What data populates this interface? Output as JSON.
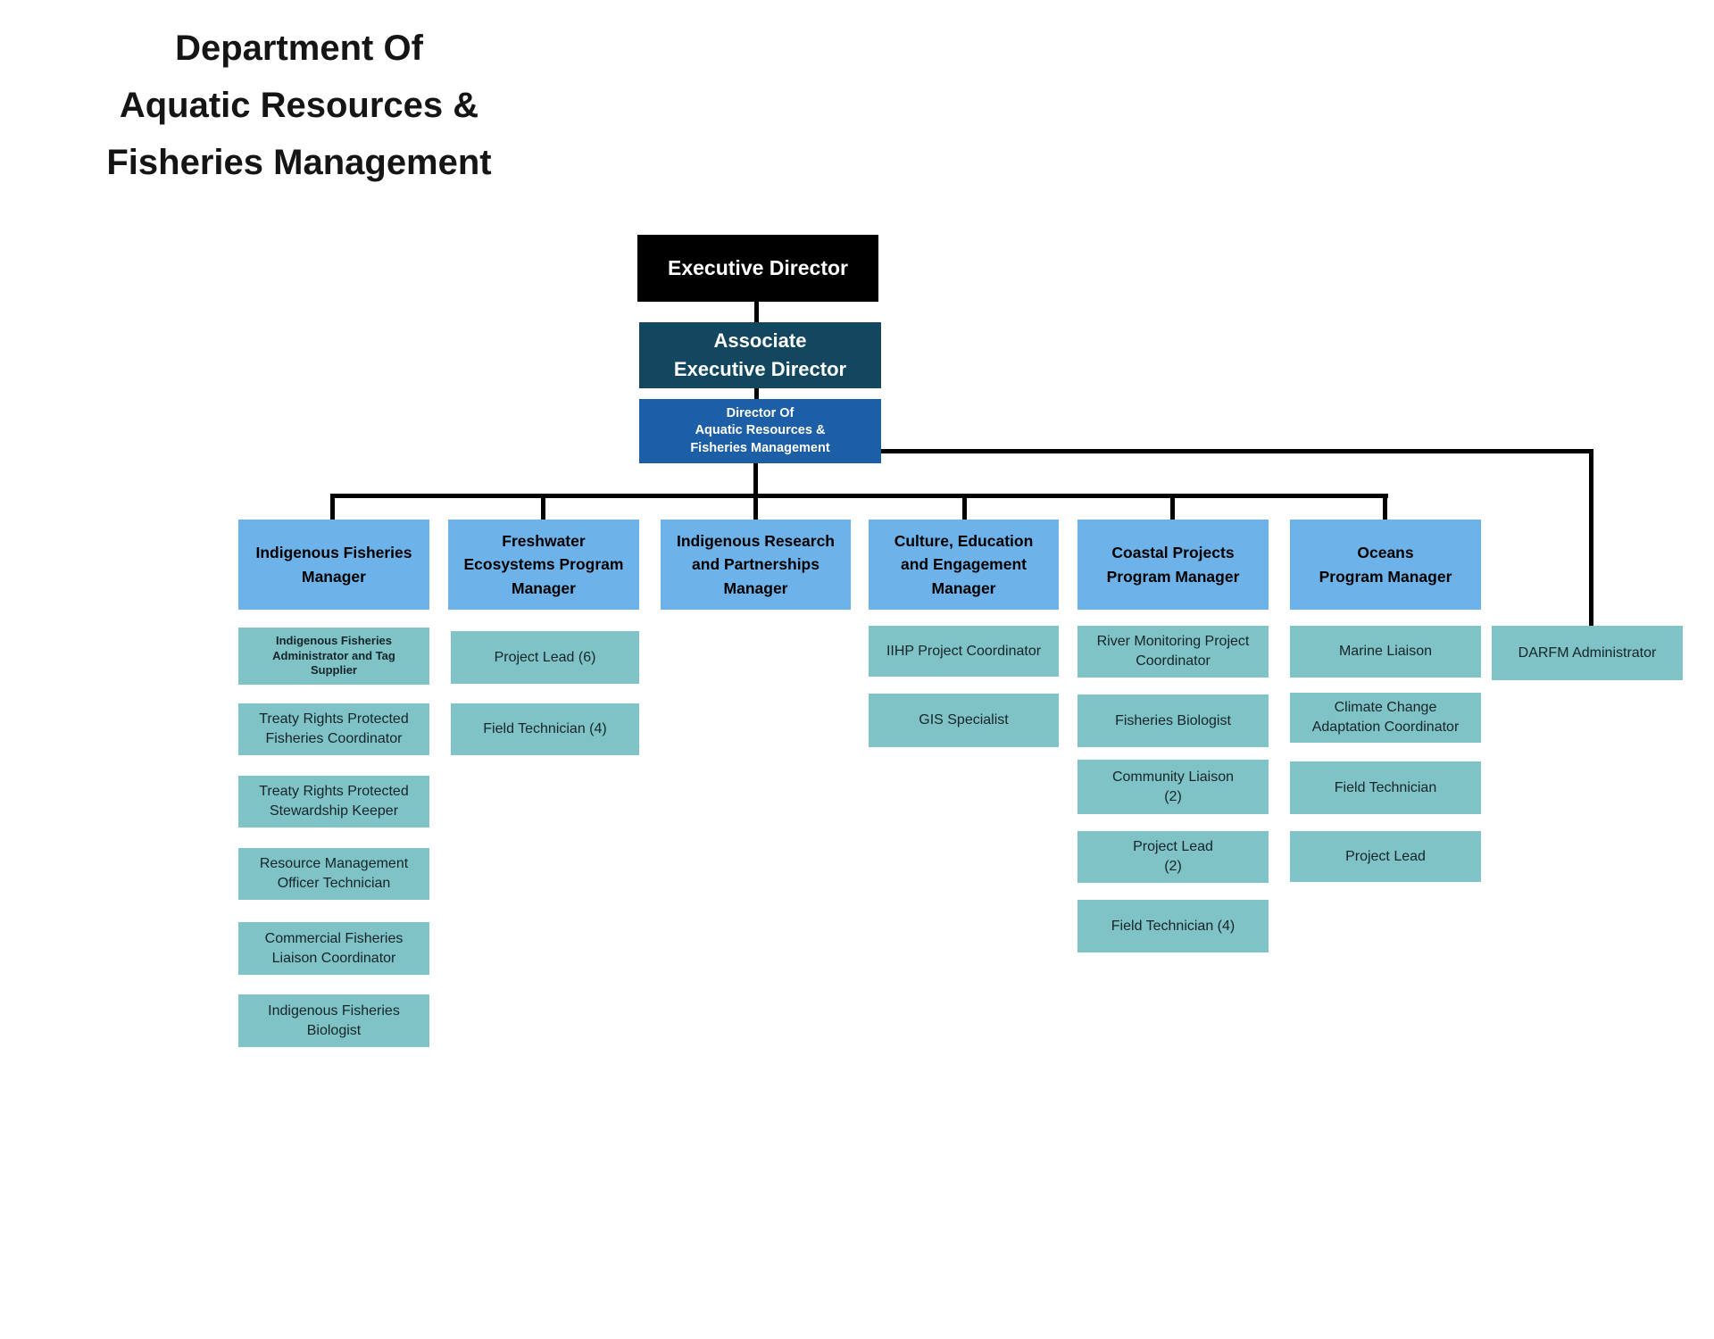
{
  "title": "Department Of\nAquatic Resources &\nFisheries Management",
  "colors": {
    "executive_box": "#000000",
    "associate_box": "#12475f",
    "director_box": "#1d5fa6",
    "manager_box": "#6db3e9",
    "report_box": "#80c3c7",
    "connector": "#000000",
    "background": "#ffffff"
  },
  "top": {
    "executive_director": "Executive Director",
    "associate_executive_director": "Associate\nExecutive Director",
    "director": "Director Of\nAquatic Resources &\nFisheries Management"
  },
  "columns": [
    {
      "manager": "Indigenous Fisheries\nManager",
      "reports": [
        "Indigenous Fisheries\nAdministrator and Tag\nSupplier",
        "Treaty Rights Protected\nFisheries Coordinator",
        "Treaty Rights Protected\nStewardship Keeper",
        "Resource Management\nOfficer Technician",
        "Commercial Fisheries\nLiaison Coordinator",
        "Indigenous Fisheries\nBiologist"
      ]
    },
    {
      "manager": "Freshwater\nEcosystems Program\nManager",
      "reports": [
        "Project Lead (6)",
        "Field Technician (4)"
      ]
    },
    {
      "manager": "Indigenous Research\nand Partnerships\nManager",
      "reports": []
    },
    {
      "manager": "Culture, Education\nand Engagement\nManager",
      "reports": [
        "IIHP Project Coordinator",
        "GIS Specialist"
      ]
    },
    {
      "manager": "Coastal Projects\nProgram Manager",
      "reports": [
        "River Monitoring Project\nCoordinator",
        "Fisheries Biologist",
        "Community Liaison\n(2)",
        "Project Lead\n(2)",
        "Field Technician (4)"
      ]
    },
    {
      "manager": "Oceans\nProgram Manager",
      "reports": [
        "Marine Liaison",
        "Climate Change\nAdaptation Coordinator",
        "Field Technician",
        "Project Lead"
      ]
    }
  ],
  "admin": "DARFM Administrator"
}
